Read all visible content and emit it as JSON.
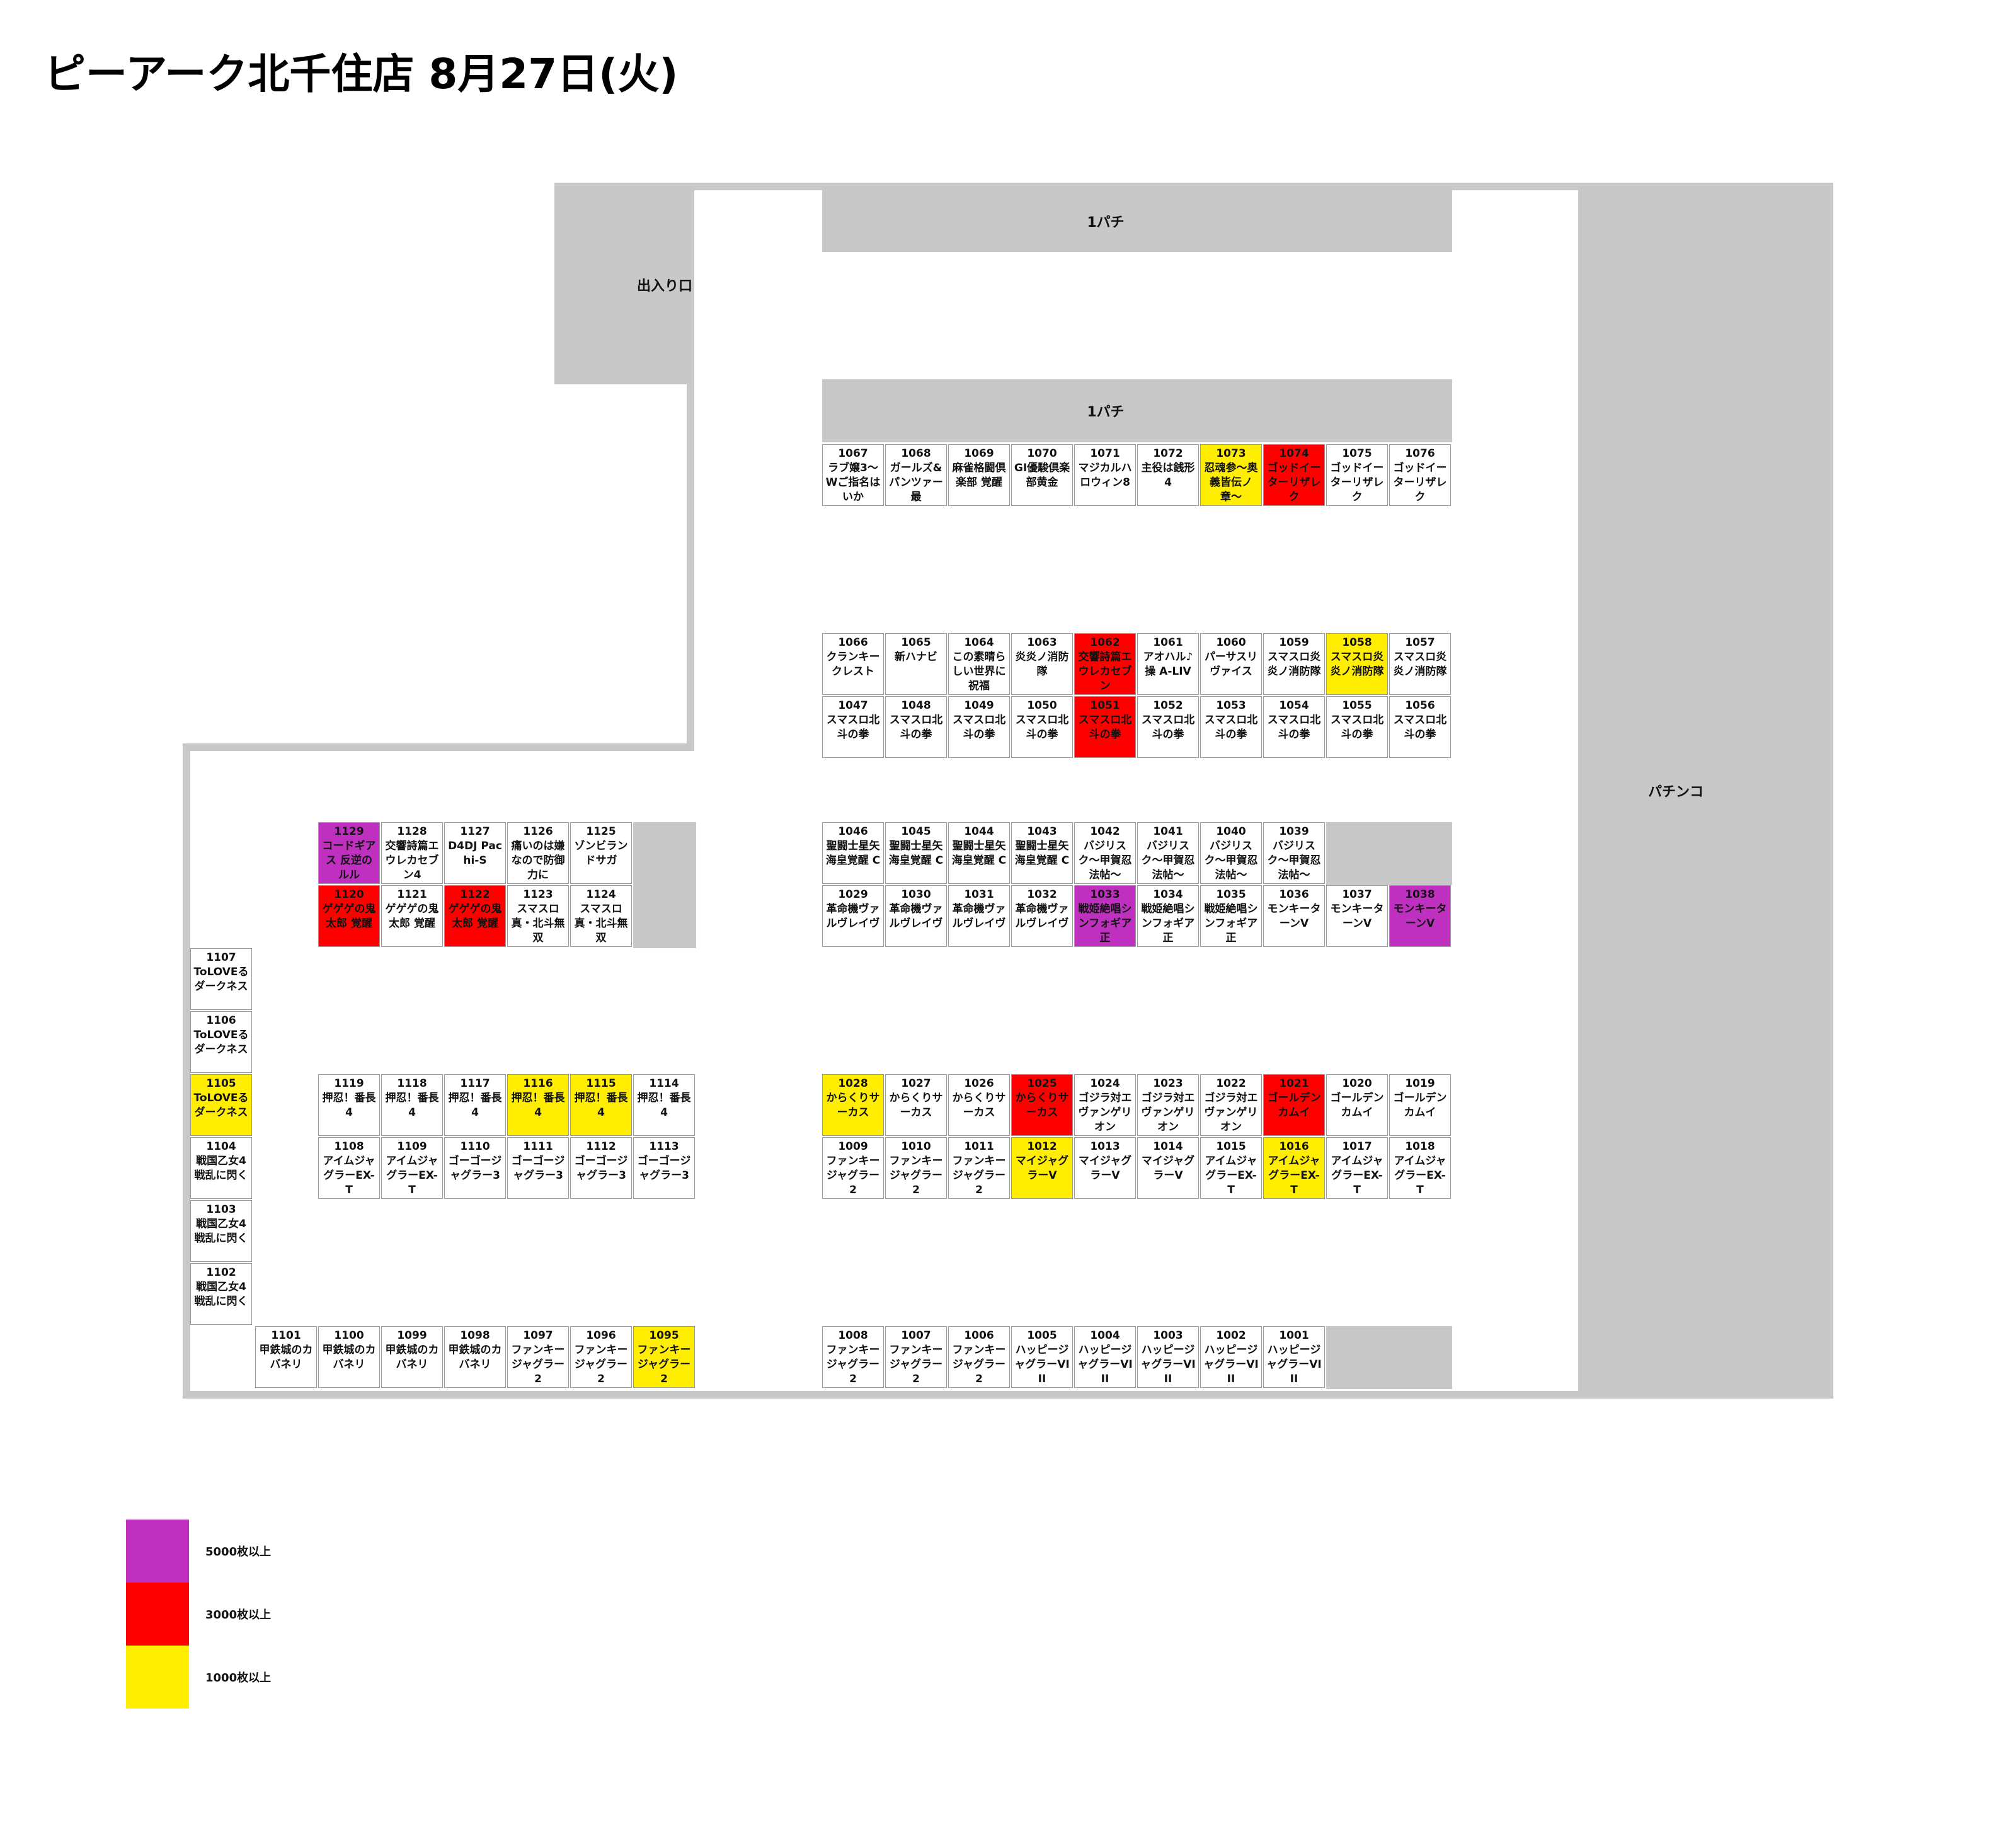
{
  "title": "ピーアーク北千住店 8月27日(火)",
  "areas": {
    "top_pachi": "1パチ",
    "mid_pachi": "1パチ",
    "entrance": "出入り口",
    "pachinko": "パチンコ"
  },
  "colors": {
    "purple": "#c030c0",
    "red": "#ff0000",
    "yellow": "#ffee00",
    "wall": "#c8c8c8"
  },
  "legend": [
    {
      "label": "5000枚以上",
      "color": "#c030c0"
    },
    {
      "label": "3000枚以上",
      "color": "#ff0000"
    },
    {
      "label": "1000枚以上",
      "color": "#ffee00"
    }
  ],
  "machines": [
    {
      "no": "1067",
      "name": "ラブ嬢3〜Wご指名はいか",
      "color": "",
      "row": "r1",
      "col": 0
    },
    {
      "no": "1068",
      "name": "ガールズ&パンツァー 最",
      "color": "",
      "row": "r1",
      "col": 1
    },
    {
      "no": "1069",
      "name": "麻雀格闘倶楽部 覚醒",
      "color": "",
      "row": "r1",
      "col": 2
    },
    {
      "no": "1070",
      "name": "GI優駿倶楽部黄金",
      "color": "",
      "row": "r1",
      "col": 3
    },
    {
      "no": "1071",
      "name": "マジカルハロウィン8",
      "color": "",
      "row": "r1",
      "col": 4
    },
    {
      "no": "1072",
      "name": "主役は銭形4",
      "color": "",
      "row": "r1",
      "col": 5
    },
    {
      "no": "1073",
      "name": "忍魂参〜奥義皆伝ノ章〜",
      "color": "yellow",
      "row": "r1",
      "col": 6
    },
    {
      "no": "1074",
      "name": "ゴッドイーターリザレク",
      "color": "red",
      "row": "r1",
      "col": 7
    },
    {
      "no": "1075",
      "name": "ゴッドイーターリザレク",
      "color": "",
      "row": "r1",
      "col": 8
    },
    {
      "no": "1076",
      "name": "ゴッドイーターリザレク",
      "color": "",
      "row": "r1",
      "col": 9
    },
    {
      "no": "1066",
      "name": "クランキークレスト",
      "color": "",
      "row": "r2",
      "col": 0
    },
    {
      "no": "1065",
      "name": "新ハナビ",
      "color": "",
      "row": "r2",
      "col": 1
    },
    {
      "no": "1064",
      "name": "この素晴らしい世界に祝福",
      "color": "",
      "row": "r2",
      "col": 2
    },
    {
      "no": "1063",
      "name": "炎炎ノ消防隊",
      "color": "",
      "row": "r2",
      "col": 3
    },
    {
      "no": "1062",
      "name": "交響詩篇エウレカセブン",
      "color": "red",
      "row": "r2",
      "col": 4
    },
    {
      "no": "1061",
      "name": "アオハル♪操 A-LIV",
      "color": "",
      "row": "r2",
      "col": 5
    },
    {
      "no": "1060",
      "name": "パーサスリヴァイス",
      "color": "",
      "row": "r2",
      "col": 6
    },
    {
      "no": "1059",
      "name": "スマスロ炎炎ノ消防隊",
      "color": "",
      "row": "r2",
      "col": 7
    },
    {
      "no": "1058",
      "name": "スマスロ炎炎ノ消防隊",
      "color": "yellow",
      "row": "r2",
      "col": 8
    },
    {
      "no": "1057",
      "name": "スマスロ炎炎ノ消防隊",
      "color": "",
      "row": "r2",
      "col": 9
    },
    {
      "no": "1047",
      "name": "スマスロ北斗の拳",
      "color": "",
      "row": "r3",
      "col": 0
    },
    {
      "no": "1048",
      "name": "スマスロ北斗の拳",
      "color": "",
      "row": "r3",
      "col": 1
    },
    {
      "no": "1049",
      "name": "スマスロ北斗の拳",
      "color": "",
      "row": "r3",
      "col": 2
    },
    {
      "no": "1050",
      "name": "スマスロ北斗の拳",
      "color": "",
      "row": "r3",
      "col": 3
    },
    {
      "no": "1051",
      "name": "スマスロ北斗の拳",
      "color": "red",
      "row": "r3",
      "col": 4
    },
    {
      "no": "1052",
      "name": "スマスロ北斗の拳",
      "color": "",
      "row": "r3",
      "col": 5
    },
    {
      "no": "1053",
      "name": "スマスロ北斗の拳",
      "color": "",
      "row": "r3",
      "col": 6
    },
    {
      "no": "1054",
      "name": "スマスロ北斗の拳",
      "color": "",
      "row": "r3",
      "col": 7
    },
    {
      "no": "1055",
      "name": "スマスロ北斗の拳",
      "color": "",
      "row": "r3",
      "col": 8
    },
    {
      "no": "1056",
      "name": "スマスロ北斗の拳",
      "color": "",
      "row": "r3",
      "col": 9
    },
    {
      "no": "1046",
      "name": "聖闘士星矢 海皇覚醒 C",
      "color": "",
      "row": "r4",
      "col": 0
    },
    {
      "no": "1045",
      "name": "聖闘士星矢 海皇覚醒 C",
      "color": "",
      "row": "r4",
      "col": 1
    },
    {
      "no": "1044",
      "name": "聖闘士星矢 海皇覚醒 C",
      "color": "",
      "row": "r4",
      "col": 2
    },
    {
      "no": "1043",
      "name": "聖闘士星矢 海皇覚醒 C",
      "color": "",
      "row": "r4",
      "col": 3
    },
    {
      "no": "1042",
      "name": "バジリスク〜甲賀忍法帖〜",
      "color": "",
      "row": "r4",
      "col": 4
    },
    {
      "no": "1041",
      "name": "バジリスク〜甲賀忍法帖〜",
      "color": "",
      "row": "r4",
      "col": 5
    },
    {
      "no": "1040",
      "name": "バジリスク〜甲賀忍法帖〜",
      "color": "",
      "row": "r4",
      "col": 6
    },
    {
      "no": "1039",
      "name": "バジリスク〜甲賀忍法帖〜",
      "color": "",
      "row": "r4",
      "col": 7
    },
    {
      "no": "1029",
      "name": "革命機ヴァルヴレイヴ",
      "color": "",
      "row": "r5",
      "col": 0
    },
    {
      "no": "1030",
      "name": "革命機ヴァルヴレイヴ",
      "color": "",
      "row": "r5",
      "col": 1
    },
    {
      "no": "1031",
      "name": "革命機ヴァルヴレイヴ",
      "color": "",
      "row": "r5",
      "col": 2
    },
    {
      "no": "1032",
      "name": "革命機ヴァルヴレイヴ",
      "color": "",
      "row": "r5",
      "col": 3
    },
    {
      "no": "1033",
      "name": "戦姫絶唱シンフォギア 正",
      "color": "purple",
      "row": "r5",
      "col": 4
    },
    {
      "no": "1034",
      "name": "戦姫絶唱シンフォギア 正",
      "color": "",
      "row": "r5",
      "col": 5
    },
    {
      "no": "1035",
      "name": "戦姫絶唱シンフォギア 正",
      "color": "",
      "row": "r5",
      "col": 6
    },
    {
      "no": "1036",
      "name": "モンキーターンV",
      "color": "",
      "row": "r5",
      "col": 7
    },
    {
      "no": "1037",
      "name": "モンキーターンV",
      "color": "",
      "row": "r5",
      "col": 8
    },
    {
      "no": "1038",
      "name": "モンキーターンV",
      "color": "purple",
      "row": "r5",
      "col": 9
    },
    {
      "no": "1028",
      "name": "からくりサーカス",
      "color": "yellow",
      "row": "r6",
      "col": 0
    },
    {
      "no": "1027",
      "name": "からくりサーカス",
      "color": "",
      "row": "r6",
      "col": 1
    },
    {
      "no": "1026",
      "name": "からくりサーカス",
      "color": "",
      "row": "r6",
      "col": 2
    },
    {
      "no": "1025",
      "name": "からくりサーカス",
      "color": "red",
      "row": "r6",
      "col": 3
    },
    {
      "no": "1024",
      "name": "ゴジラ対エヴァンゲリオン",
      "color": "",
      "row": "r6",
      "col": 4
    },
    {
      "no": "1023",
      "name": "ゴジラ対エヴァンゲリオン",
      "color": "",
      "row": "r6",
      "col": 5
    },
    {
      "no": "1022",
      "name": "ゴジラ対エヴァンゲリオン",
      "color": "",
      "row": "r6",
      "col": 6
    },
    {
      "no": "1021",
      "name": "ゴールデンカムイ",
      "color": "red",
      "row": "r6",
      "col": 7
    },
    {
      "no": "1020",
      "name": "ゴールデンカムイ",
      "color": "",
      "row": "r6",
      "col": 8
    },
    {
      "no": "1019",
      "name": "ゴールデンカムイ",
      "color": "",
      "row": "r6",
      "col": 9
    },
    {
      "no": "1009",
      "name": "ファンキージャグラー2",
      "color": "",
      "row": "r7",
      "col": 0
    },
    {
      "no": "1010",
      "name": "ファンキージャグラー2",
      "color": "",
      "row": "r7",
      "col": 1
    },
    {
      "no": "1011",
      "name": "ファンキージャグラー2",
      "color": "",
      "row": "r7",
      "col": 2
    },
    {
      "no": "1012",
      "name": "マイジャグラーV",
      "color": "yellow",
      "row": "r7",
      "col": 3
    },
    {
      "no": "1013",
      "name": "マイジャグラーV",
      "color": "",
      "row": "r7",
      "col": 4
    },
    {
      "no": "1014",
      "name": "マイジャグラーV",
      "color": "",
      "row": "r7",
      "col": 5
    },
    {
      "no": "1015",
      "name": "アイムジャグラーEX-T",
      "color": "",
      "row": "r7",
      "col": 6
    },
    {
      "no": "1016",
      "name": "アイムジャグラーEX-T",
      "color": "yellow",
      "row": "r7",
      "col": 7
    },
    {
      "no": "1017",
      "name": "アイムジャグラーEX-T",
      "color": "",
      "row": "r7",
      "col": 8
    },
    {
      "no": "1018",
      "name": "アイムジャグラーEX-T",
      "color": "",
      "row": "r7",
      "col": 9
    },
    {
      "no": "1008",
      "name": "ファンキージャグラー2",
      "color": "",
      "row": "r8",
      "col": 0
    },
    {
      "no": "1007",
      "name": "ファンキージャグラー2",
      "color": "",
      "row": "r8",
      "col": 1
    },
    {
      "no": "1006",
      "name": "ファンキージャグラー2",
      "color": "",
      "row": "r8",
      "col": 2
    },
    {
      "no": "1005",
      "name": "ハッピージャグラーVIII",
      "color": "",
      "row": "r8",
      "col": 3
    },
    {
      "no": "1004",
      "name": "ハッピージャグラーVIII",
      "color": "",
      "row": "r8",
      "col": 4
    },
    {
      "no": "1003",
      "name": "ハッピージャグラーVIII",
      "color": "",
      "row": "r8",
      "col": 5
    },
    {
      "no": "1002",
      "name": "ハッピージャグラーVIII",
      "color": "",
      "row": "r8",
      "col": 6
    },
    {
      "no": "1001",
      "name": "ハッピージャグラーVIII",
      "color": "",
      "row": "r8",
      "col": 7
    },
    {
      "no": "1129",
      "name": "コードギアス 反逆のルル",
      "color": "purple",
      "row": "r4",
      "col": -8
    },
    {
      "no": "1128",
      "name": "交響詩篇エウレカセブン4",
      "color": "",
      "row": "r4",
      "col": -7
    },
    {
      "no": "1127",
      "name": "D4DJ Pachi-S",
      "color": "",
      "row": "r4",
      "col": -6
    },
    {
      "no": "1126",
      "name": "痛いのは嫌なので防御力に",
      "color": "",
      "row": "r4",
      "col": -5
    },
    {
      "no": "1125",
      "name": "ゾンビランドサガ",
      "color": "",
      "row": "r4",
      "col": -4
    },
    {
      "no": "1120",
      "name": "ゲゲゲの鬼太郎 覚醒",
      "color": "red",
      "row": "r5",
      "col": -8
    },
    {
      "no": "1121",
      "name": "ゲゲゲの鬼太郎 覚醒",
      "color": "",
      "row": "r5",
      "col": -7
    },
    {
      "no": "1122",
      "name": "ゲゲゲの鬼太郎 覚醒",
      "color": "red",
      "row": "r5",
      "col": -6
    },
    {
      "no": "1123",
      "name": "スマスロ真・北斗無双",
      "color": "",
      "row": "r5",
      "col": -5
    },
    {
      "no": "1124",
      "name": "スマスロ真・北斗無双",
      "color": "",
      "row": "r5",
      "col": -4
    },
    {
      "no": "1119",
      "name": "押忍！番長4",
      "color": "",
      "row": "r6",
      "col": -8
    },
    {
      "no": "1118",
      "name": "押忍！番長4",
      "color": "",
      "row": "r6",
      "col": -7
    },
    {
      "no": "1117",
      "name": "押忍！番長4",
      "color": "",
      "row": "r6",
      "col": -6
    },
    {
      "no": "1116",
      "name": "押忍！番長4",
      "color": "yellow",
      "row": "r6",
      "col": -5
    },
    {
      "no": "1115",
      "name": "押忍！番長4",
      "color": "yellow",
      "row": "r6",
      "col": -4
    },
    {
      "no": "1114",
      "name": "押忍！番長4",
      "color": "",
      "row": "r6",
      "col": -3
    },
    {
      "no": "1108",
      "name": "アイムジャグラーEX-T",
      "color": "",
      "row": "r7",
      "col": -8
    },
    {
      "no": "1109",
      "name": "アイムジャグラーEX-T",
      "color": "",
      "row": "r7",
      "col": -7
    },
    {
      "no": "1110",
      "name": "ゴーゴージャグラー3",
      "color": "",
      "row": "r7",
      "col": -6
    },
    {
      "no": "1111",
      "name": "ゴーゴージャグラー3",
      "color": "",
      "row": "r7",
      "col": -5
    },
    {
      "no": "1112",
      "name": "ゴーゴージャグラー3",
      "color": "",
      "row": "r7",
      "col": -4
    },
    {
      "no": "1113",
      "name": "ゴーゴージャグラー3",
      "color": "",
      "row": "r7",
      "col": -3
    },
    {
      "no": "1101",
      "name": "甲鉄城のカバネリ",
      "color": "",
      "row": "r8",
      "col": -9
    },
    {
      "no": "1100",
      "name": "甲鉄城のカバネリ",
      "color": "",
      "row": "r8",
      "col": -8
    },
    {
      "no": "1099",
      "name": "甲鉄城のカバネリ",
      "color": "",
      "row": "r8",
      "col": -7
    },
    {
      "no": "1098",
      "name": "甲鉄城のカバネリ",
      "color": "",
      "row": "r8",
      "col": -6
    },
    {
      "no": "1097",
      "name": "ファンキージャグラー2",
      "color": "",
      "row": "r8",
      "col": -5
    },
    {
      "no": "1096",
      "name": "ファンキージャグラー2",
      "color": "",
      "row": "r8",
      "col": -4
    },
    {
      "no": "1095",
      "name": "ファンキージャグラー2",
      "color": "yellow",
      "row": "r8",
      "col": -3
    },
    {
      "no": "1107",
      "name": "ToLOVEるダークネス",
      "color": "",
      "row": "c1",
      "col": 0
    },
    {
      "no": "1106",
      "name": "ToLOVEるダークネス",
      "color": "",
      "row": "c2",
      "col": 0
    },
    {
      "no": "1105",
      "name": "ToLOVEるダークネス",
      "color": "yellow",
      "row": "c3",
      "col": 0
    },
    {
      "no": "1104",
      "name": "戦国乙女4 戦乱に閃く",
      "color": "",
      "row": "c4",
      "col": 0
    },
    {
      "no": "1103",
      "name": "戦国乙女4 戦乱に閃く",
      "color": "",
      "row": "c5",
      "col": 0
    },
    {
      "no": "1102",
      "name": "戦国乙女4 戦乱に閃く",
      "color": "",
      "row": "c6",
      "col": 0
    }
  ]
}
